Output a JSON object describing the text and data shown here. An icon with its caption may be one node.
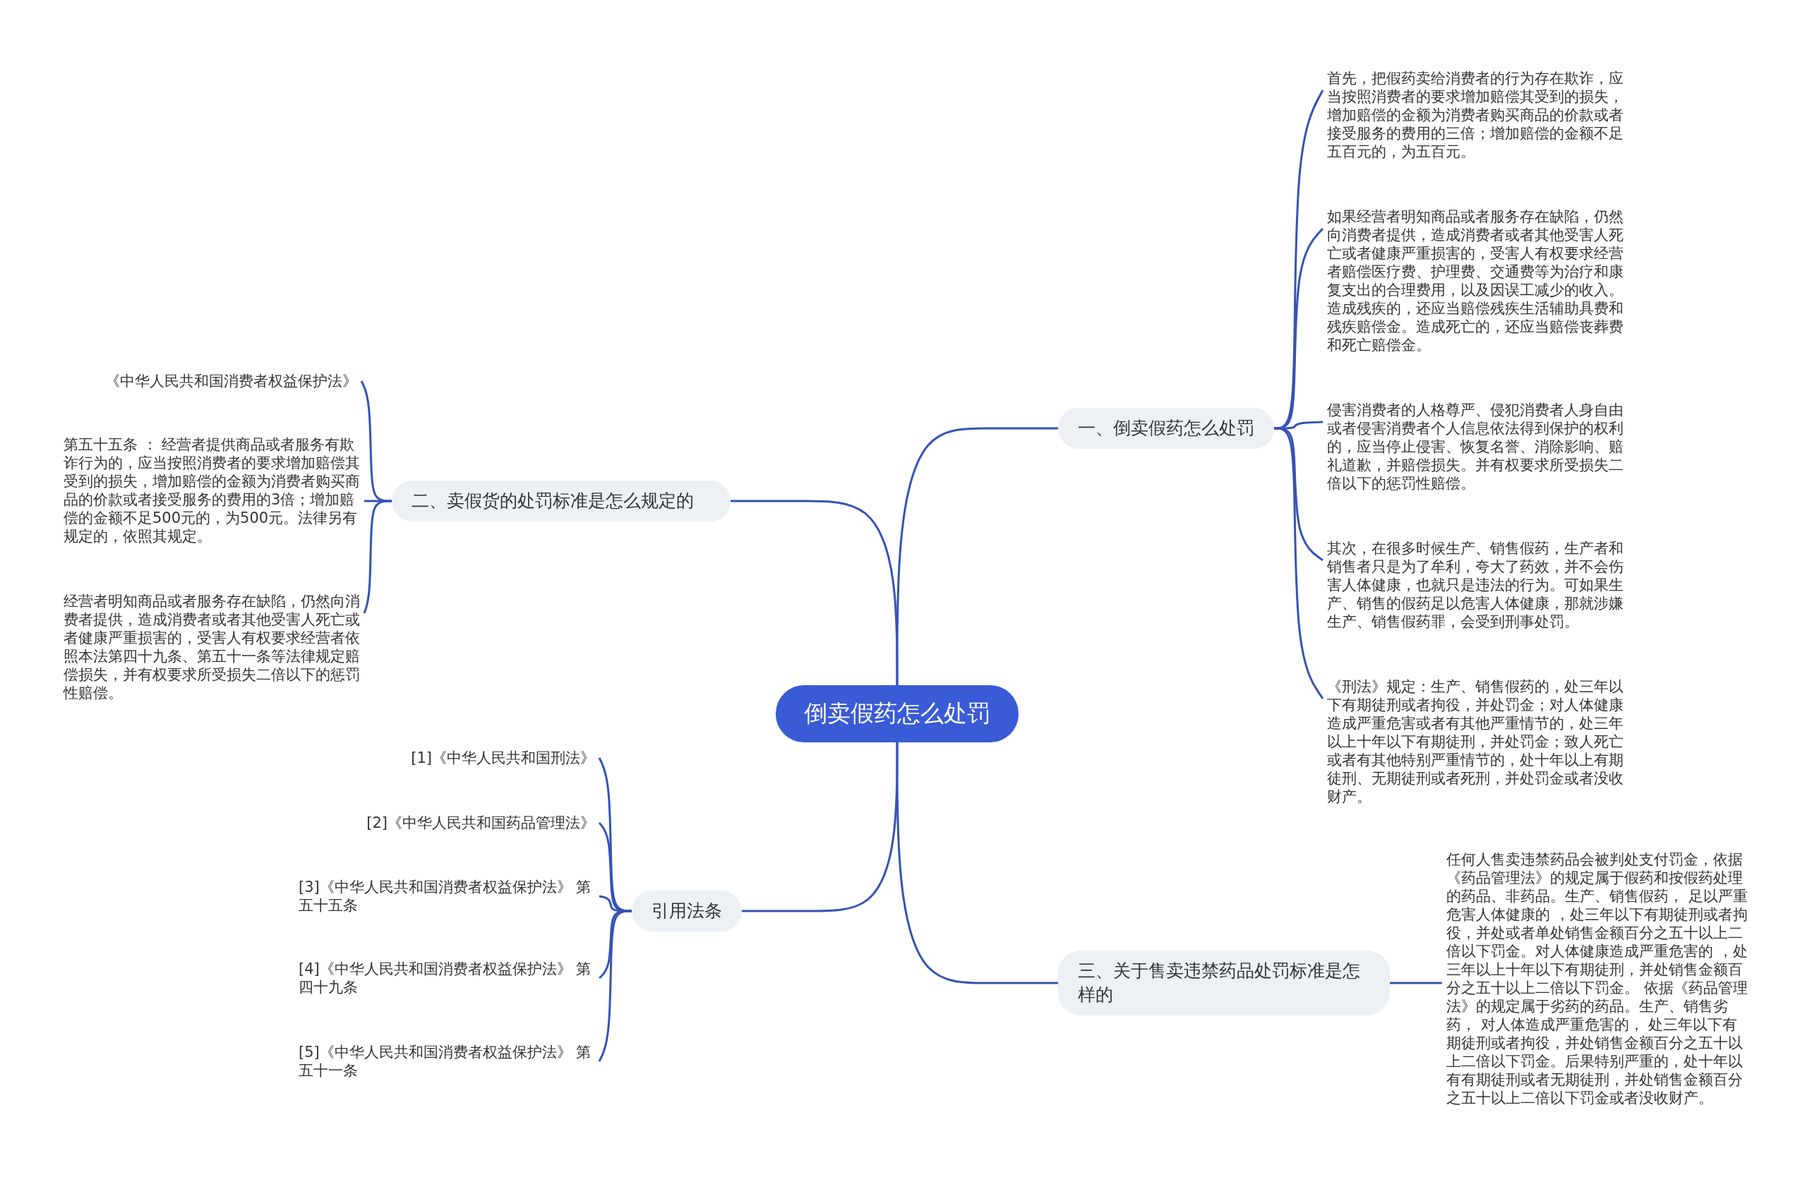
{
  "diagram": {
    "nodes": [
      {
        "text": [
          "倒卖假药怎么处罚"
        ]
      },
      {
        "text": [
          "一、倒卖假药怎么处罚"
        ]
      },
      {
        "text": [
          "首先，把假药卖给消费者的行为存在欺诈，应当按照消费者的要求增加赔偿其受到的损失，增加赔偿的金额为消费者购买商品的价款或者接受服务的费用的三倍；增加赔偿的金额不足五百元的，为五百元。"
        ]
      },
      {
        "text": [
          "如果经营者明知商品或者服务存在缺陷，仍然向消费者提供，造成消费者或者其他受害人死亡或者健康严重损害的，受害人有权要求经营者赔偿医疗费、护理费、交通费等为治疗和康复支出的合理费用，以及因误工减少的收入。造成残疾的，还应当赔偿残疾生活辅助具费和残疾赔偿金。造成死亡的，还应当赔偿丧葬费和死亡赔偿金。"
        ]
      },
      {
        "text": [
          "侵害消费者的人格尊严、侵犯消费者人身自由或者侵害消费者个人信息依法得到保护的权利的，应当停止侵害、恢复名誉、消除影响、赔礼道歉，并赔偿损失。并有权要求所受损失二倍以下的惩罚性赔偿。"
        ]
      },
      {
        "text": [
          "其次，在很多时候生产、销售假药，生产者和销售者只是为了牟利，夸大了药效，并不会伤害人体健康，也就只是违法的行为。可如果生产、销售的假药足以危害人体健康，那就涉嫌生产、销售假药罪，会受到刑事处罚。"
        ]
      },
      {
        "text": [
          "《刑法》规定：生产、销售假药的，处三年以下有期徒刑或者拘役，并处罚金；对人体健康造成严重危害或者有其他严重情节的，处三年以上十年以下有期徒刑，并处罚金；致人死亡或者有其他特别严重情节的，处十年以上有期徒刑、无期徒刑或者死刑，并处罚金或者没收财产。"
        ]
      },
      {
        "text": [
          "二、卖假货的处罚标准是怎么规定的"
        ]
      },
      {
        "text": [
          "《中华人民共和国消费者权益保护法》"
        ]
      },
      {
        "text": [
          "第五十五条 ： 经营者提供商品或者服务有欺诈行为的，应当按照消费者的要求增加赔偿其受到的损失，增加赔偿的金额为消费者购买商品的价款或者接受服务的费用的3倍；增加赔偿的金额不足500元的，为500元。法律另有规定的，依照其规定。"
        ]
      },
      {
        "text": [
          "经营者明知商品或者服务存在缺陷，仍然向消费者提供，造成消费者或者其他受害人死亡或者健康严重损害的，受害人有权要求经营者依照本法第四十九条、第五十一条等法律规定赔偿损失，并有权要求所受损失二倍以下的惩罚性赔偿。"
        ]
      },
      {
        "text": [
          "三、关于售卖违禁药品处罚标准是怎样的"
        ]
      },
      {
        "text": [
          "任何人售卖违禁药品会被判处支付罚金，依据《药品管理法》的规定属于假药和按假药处理的药品、非药品。生产、销售假药， 足以严重危害人体健康的 ，处三年以下有期徒刑或者拘役，并处或者单处销售金额百分之五十以上二倍以下罚金。对人体健康造成严重危害的 ，处三年以上十年以下有期徒刑，并处销售金额百分之五十以上二倍以下罚金。 依据《药品管理法》的规定属于劣药的药品。生产、销售劣药， 对人体造成严重危害的， 处三年以下有期徒刑或者拘役，并处销售金额百分之五十以上二倍以下罚金。后果特别严重的，处十年以有有期徒刑或者无期徒刑，并处销售金额百分之五十以上二倍以下罚金或者没收财产。"
        ]
      },
      {
        "text": [
          "引用法条"
        ]
      },
      {
        "text": [
          "[1]《中华人民共和国刑法》"
        ]
      },
      {
        "text": [
          "[2]《中华人民共和国药品管理法》"
        ]
      },
      {
        "text": [
          "[3]《中华人民共和国消费者权益保护法》 第五十五条"
        ]
      },
      {
        "text": [
          "[4]《中华人民共和国消费者权益保护法》 第四十九条"
        ]
      },
      {
        "text": [
          "[5]《中华人民共和国消费者权益保护法》 第五十一条"
        ]
      }
    ],
    "edges": [
      {
        "from": 0,
        "to": 1,
        "arrow": "none"
      },
      {
        "from": 1,
        "to": 2,
        "arrow": "none"
      },
      {
        "from": 1,
        "to": 3,
        "arrow": "none"
      },
      {
        "from": 1,
        "to": 4,
        "arrow": "none"
      },
      {
        "from": 1,
        "to": 5,
        "arrow": "none"
      },
      {
        "from": 1,
        "to": 6,
        "arrow": "none"
      },
      {
        "from": 0,
        "to": 7,
        "arrow": "none"
      },
      {
        "from": 7,
        "to": 8,
        "arrow": "none"
      },
      {
        "from": 7,
        "to": 9,
        "arrow": "none"
      },
      {
        "from": 7,
        "to": 10,
        "arrow": "none"
      },
      {
        "from": 0,
        "to": 11,
        "arrow": "none"
      },
      {
        "from": 11,
        "to": 12,
        "arrow": "none"
      },
      {
        "from": 0,
        "to": 13,
        "arrow": "none"
      },
      {
        "from": 13,
        "to": 14,
        "arrow": "none"
      },
      {
        "from": 13,
        "to": 15,
        "arrow": "none"
      },
      {
        "from": 13,
        "to": 16,
        "arrow": "none"
      },
      {
        "from": 13,
        "to": 17,
        "arrow": "none"
      },
      {
        "from": 13,
        "to": 18,
        "arrow": "none"
      }
    ]
  }
}
